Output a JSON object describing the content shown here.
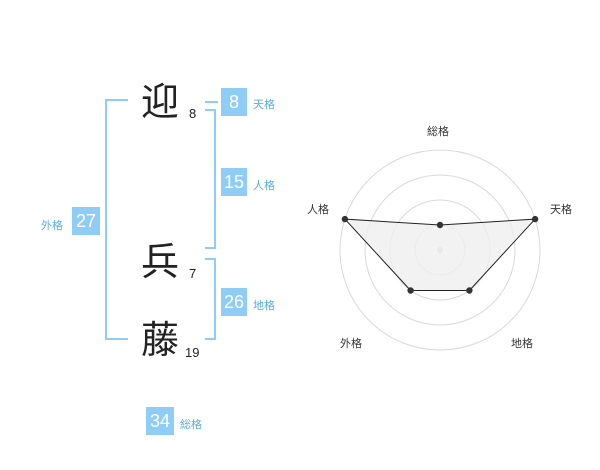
{
  "characters": [
    {
      "char": "迎",
      "strokes": "8"
    },
    {
      "char": "兵",
      "strokes": "7"
    },
    {
      "char": "藤",
      "strokes": "19"
    }
  ],
  "kakusu": {
    "tenkaku": {
      "label": "天格",
      "value": "8"
    },
    "jinkaku": {
      "label": "人格",
      "value": "15"
    },
    "chikaku": {
      "label": "地格",
      "value": "26"
    },
    "gaikaku": {
      "label": "外格",
      "value": "27"
    },
    "soukaku": {
      "label": "総格",
      "value": "34"
    }
  },
  "radar": {
    "axis_labels": [
      "総格",
      "天格",
      "地格",
      "外格",
      "人格"
    ],
    "levels": 4,
    "values": [
      1,
      4,
      2,
      2,
      4
    ],
    "colors": {
      "grid": "#d9d9d9",
      "fill": "#efefef",
      "stroke": "#222222",
      "point": "#333333"
    }
  },
  "colors": {
    "accent": "#90cdf6",
    "accent_text": "#5aaedf"
  }
}
